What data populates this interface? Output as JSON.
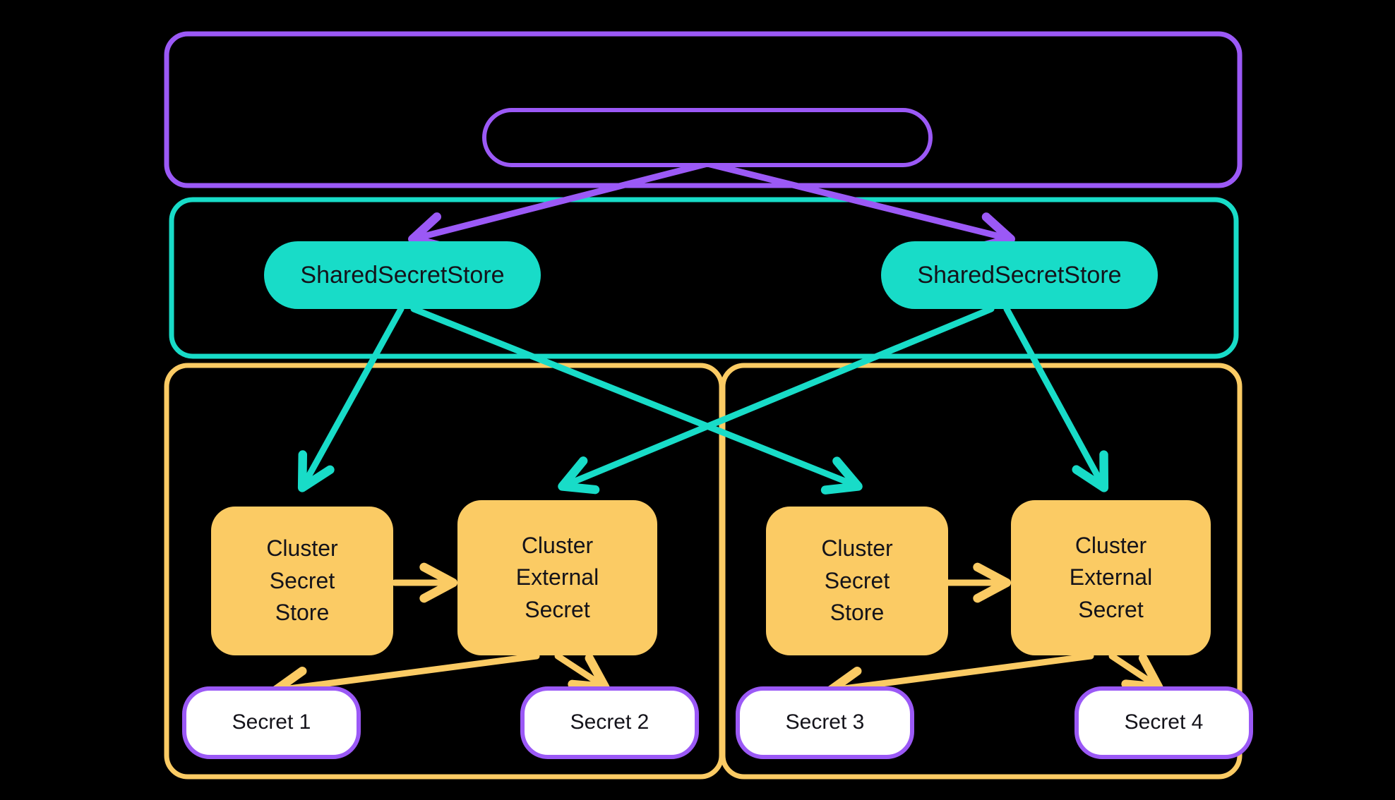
{
  "diagram": {
    "title": "External Secrets Operator cluster-scoped architecture",
    "background_color": "#000000",
    "colors": {
      "purple": "#9B59F6",
      "teal": "#18DCC8",
      "orange": "#FBCB64",
      "white": "#FFFFFF",
      "text": "#14131A"
    }
  },
  "containers": {
    "cluster_scope": {
      "name": "cluster-scope-container",
      "label": "",
      "border_color": "#9B59F6"
    },
    "shared_scope": {
      "name": "shared-scope-container",
      "label": "",
      "border_color": "#18DCC8"
    },
    "namespace_left": {
      "name": "namespace-left-container",
      "label": "",
      "border_color": "#FBCB64"
    },
    "namespace_right": {
      "name": "namespace-right-container",
      "label": "",
      "border_color": "#FBCB64"
    }
  },
  "nodes": {
    "root_pill": {
      "label": "",
      "fill": "none",
      "stroke": "#9B59F6"
    },
    "shared_store_left": {
      "label": "SharedSecretStore",
      "fill": "#18DCC8"
    },
    "shared_store_right": {
      "label": "SharedSecretStore",
      "fill": "#18DCC8"
    },
    "cluster_secret_store_left": {
      "label": "Cluster\nSecret\nStore",
      "fill": "#FBCB64"
    },
    "cluster_external_secret_left": {
      "label": "Cluster\nExternal\nSecret",
      "fill": "#FBCB64"
    },
    "cluster_secret_store_right": {
      "label": "Cluster\nSecret\nStore",
      "fill": "#FBCB64"
    },
    "cluster_external_secret_right": {
      "label": "Cluster\nExternal\nSecret",
      "fill": "#FBCB64"
    },
    "secret_1": {
      "label": "Secret 1",
      "fill": "#FFFFFF",
      "stroke": "#9B59F6"
    },
    "secret_2": {
      "label": "Secret 2",
      "fill": "#FFFFFF",
      "stroke": "#9B59F6"
    },
    "secret_3": {
      "label": "Secret 3",
      "fill": "#FFFFFF",
      "stroke": "#9B59F6"
    },
    "secret_4": {
      "label": "Secret 4",
      "fill": "#FFFFFF",
      "stroke": "#9B59F6"
    }
  },
  "edges": [
    {
      "name": "root-to-shared-left",
      "from": "root_pill",
      "to": "shared_store_left",
      "color": "#9B59F6"
    },
    {
      "name": "root-to-shared-right",
      "from": "root_pill",
      "to": "shared_store_right",
      "color": "#9B59F6"
    },
    {
      "name": "shared-left-to-css-left",
      "from": "shared_store_left",
      "to": "cluster_secret_store_left",
      "color": "#18DCC8"
    },
    {
      "name": "shared-left-to-css-right",
      "from": "shared_store_left",
      "to": "cluster_secret_store_right",
      "color": "#18DCC8"
    },
    {
      "name": "shared-right-to-ces-left",
      "from": "shared_store_right",
      "to": "cluster_external_secret_left",
      "color": "#18DCC8"
    },
    {
      "name": "shared-right-to-ces-right",
      "from": "shared_store_right",
      "to": "cluster_external_secret_right",
      "color": "#18DCC8"
    },
    {
      "name": "css-left-to-ces-left",
      "from": "cluster_secret_store_left",
      "to": "cluster_external_secret_left",
      "color": "#FBCB64"
    },
    {
      "name": "css-right-to-ces-right",
      "from": "cluster_secret_store_right",
      "to": "cluster_external_secret_right",
      "color": "#FBCB64"
    },
    {
      "name": "ces-left-to-secret-1",
      "from": "cluster_external_secret_left",
      "to": "secret_1",
      "color": "#FBCB64"
    },
    {
      "name": "ces-left-to-secret-2",
      "from": "cluster_external_secret_left",
      "to": "secret_2",
      "color": "#FBCB64"
    },
    {
      "name": "ces-right-to-secret-3",
      "from": "cluster_external_secret_right",
      "to": "secret_3",
      "color": "#FBCB64"
    },
    {
      "name": "ces-right-to-secret-4",
      "from": "cluster_external_secret_right",
      "to": "secret_4",
      "color": "#FBCB64"
    }
  ]
}
